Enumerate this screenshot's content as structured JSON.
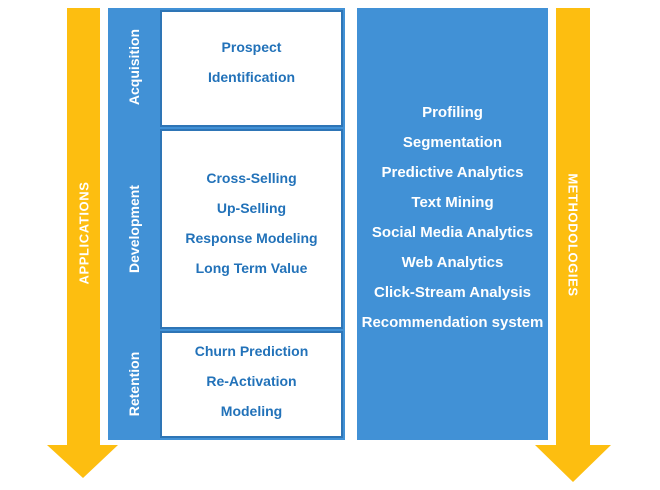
{
  "colors": {
    "arrow_gold": "#FDBE10",
    "panel_blue": "#4191D6",
    "box_border_blue": "#2E75B6",
    "box_text_blue": "#2272B9"
  },
  "left_arrow": {
    "label": "APPLICATIONS"
  },
  "right_arrow": {
    "label": "METHODOLOGIES"
  },
  "applications": {
    "rows": [
      {
        "label": "Acquisition",
        "lines": [
          "Prospect",
          "Identification"
        ]
      },
      {
        "label": "Development",
        "lines": [
          "Cross-Selling",
          "Up-Selling",
          "Response Modeling",
          "Long Term Value"
        ]
      },
      {
        "label": "Retention",
        "lines": [
          "Churn Prediction",
          "Re-Activation",
          "Modeling"
        ]
      }
    ]
  },
  "methodologies": {
    "items": [
      "Profiling",
      "Segmentation",
      "Predictive Analytics",
      "Text Mining",
      "Social Media Analytics",
      "Web Analytics",
      "Click-Stream Analysis",
      "Recommendation system"
    ]
  }
}
